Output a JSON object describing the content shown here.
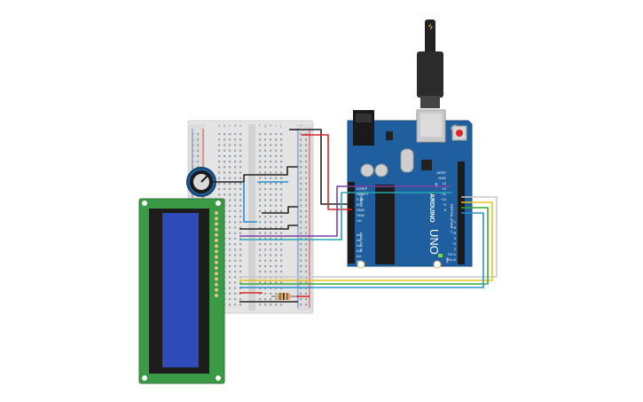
{
  "arduino": {
    "brand": "ARDUINO",
    "model": "UNO",
    "digital_label": "DIGITAL (PWM ~)",
    "power_label": "POWER",
    "analog_label": "ANALOG IN",
    "on_label": "ON",
    "power_pins": [
      "IOREF",
      "RESET",
      "3.3V",
      "5V",
      "GND",
      "GND",
      "Vin"
    ],
    "analog_pins": [
      "A0",
      "A1",
      "A2",
      "A3",
      "A4",
      "A5"
    ],
    "digital_pins_top": [
      "AREF",
      "GND",
      "13",
      "12",
      "~11",
      "~10",
      "~9",
      "8"
    ],
    "digital_pins_bottom": [
      "7",
      "~6",
      "~5",
      "4",
      "~3",
      "2",
      "TX>1",
      "RX<0"
    ]
  },
  "breadboard": {
    "columns_left": [
      "a",
      "b",
      "c",
      "d",
      "e"
    ],
    "columns_right": [
      "f",
      "g",
      "h",
      "i",
      "j"
    ],
    "rail_minus": "-",
    "rail_plus": "+"
  },
  "colors": {
    "board": "#1f5fa0",
    "wire_red": "#d9262b",
    "wire_black": "#222222",
    "wire_blue": "#2a8fd0",
    "wire_purple": "#7d3fa0",
    "wire_yellow": "#e8c21c",
    "wire_green": "#3aa63a",
    "wire_gray": "#c8c8c8",
    "lcd_pcb": "#3b9a46",
    "lcd_screen": "#2f4bb8"
  }
}
